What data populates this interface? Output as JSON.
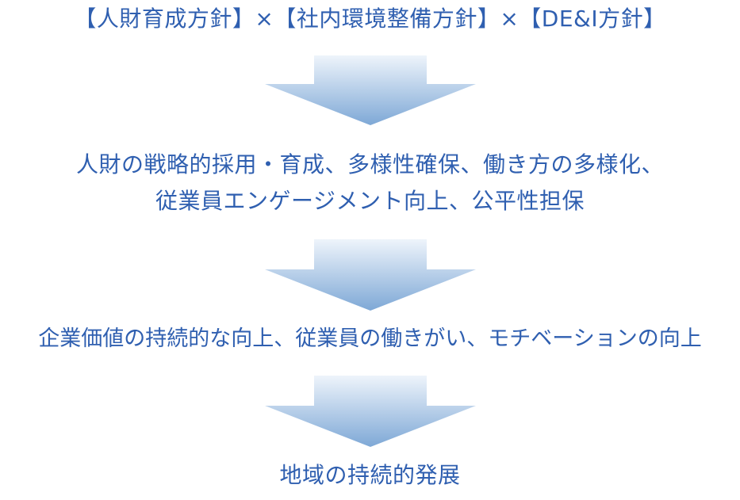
{
  "lines": {
    "policies": "【人財育成方針】×【社内環境整備方針】×【DE&I方針】",
    "measures_1": "人財の戦略的採用・育成、多様性確保、働き方の多様化、",
    "measures_2": "従業員エンゲージメント向上、公平性担保",
    "outcome": "企業価値の持続的な向上、従業員の働きがい、モチベーションの向上",
    "goal": "地域の持続的発展"
  },
  "colors": {
    "text": "#2f5fb0",
    "arrow_light": "#eaf1fa",
    "arrow_dark": "#7ea8d6"
  },
  "icons": {
    "flow_arrow": "down-arrow-icon"
  }
}
